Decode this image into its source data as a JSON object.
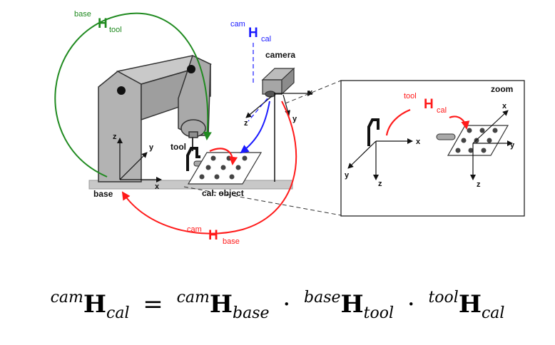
{
  "diagram": {
    "labels": {
      "camera": "camera",
      "tool": "tool",
      "base": "base",
      "cal_object": "cal. object",
      "zoom": "zoom"
    },
    "axes": {
      "x": "x",
      "y": "y",
      "z": "z"
    },
    "transforms": {
      "base_tool": {
        "sup": "base",
        "H": "H",
        "sub": "tool",
        "color": "#1f8a1f"
      },
      "cam_cal": {
        "sup": "cam",
        "H": "H",
        "sub": "cal",
        "color": "#1a1aff"
      },
      "cam_base": {
        "sup": "cam",
        "H": "H",
        "sub": "base",
        "color": "#ff1a1a"
      },
      "tool_cal": {
        "sup": "tool",
        "H": "H",
        "sub": "cal",
        "color": "#ff1a1a"
      }
    }
  },
  "equation": {
    "lhs": {
      "sup": "cam",
      "H": "H",
      "sub": "cal"
    },
    "equals": "=",
    "terms": [
      {
        "sup": "cam",
        "H": "H",
        "sub": "base"
      },
      {
        "sup": "base",
        "H": "H",
        "sub": "tool"
      },
      {
        "sup": "tool",
        "H": "H",
        "sub": "cal"
      }
    ],
    "dot": "·"
  }
}
